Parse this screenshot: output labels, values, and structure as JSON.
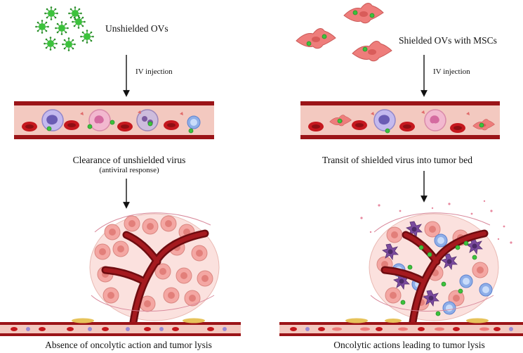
{
  "left_panel": {
    "label_top": "Unshielded OVs",
    "arrow1_label": "IV injection",
    "vessel_caption": "Clearance of unshielded virus",
    "vessel_subcaption": "(antiviral response)",
    "tumor_caption": "Absence of oncolytic action and tumor lysis"
  },
  "right_panel": {
    "label_top": "Shielded OVs with MSCs",
    "arrow1_label": "IV injection",
    "vessel_caption": "Transit of shielded virus into tumor bed",
    "tumor_caption": "Oncolytic actions leading to tumor lysis"
  },
  "colors": {
    "virus": "#3cc23c",
    "vessel_wall": "#9b1418",
    "vessel_lumen": "#f3c9c0",
    "rbc": "#c5181e",
    "msc": "#ee7d7b",
    "tumor_cell": "#f4a7a3",
    "immune_blue": "#8eaee8",
    "immune_purple": "#7a4a9e"
  }
}
